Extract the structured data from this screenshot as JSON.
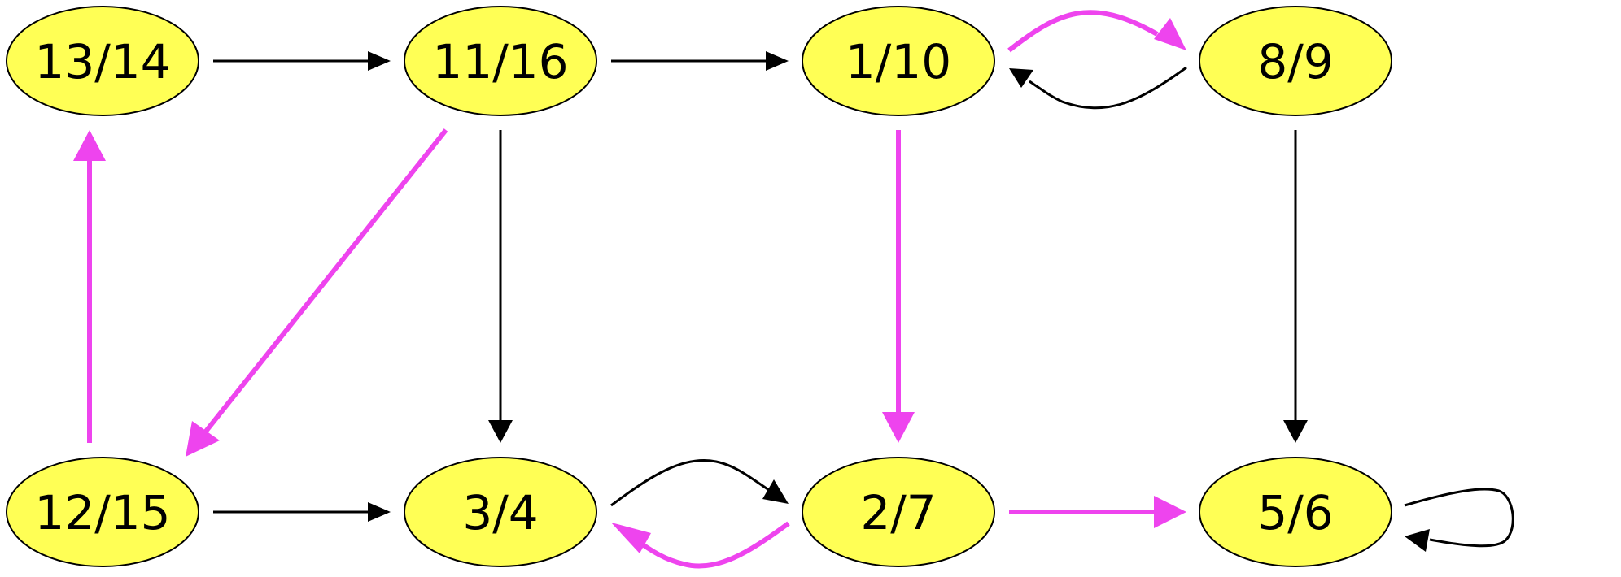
{
  "nodes": [
    {
      "id": "n1314",
      "label": "13/14"
    },
    {
      "id": "n1116",
      "label": "11/16"
    },
    {
      "id": "n110",
      "label": "1/10"
    },
    {
      "id": "n89",
      "label": "8/9"
    },
    {
      "id": "n1215",
      "label": "12/15"
    },
    {
      "id": "n34",
      "label": "3/4"
    },
    {
      "id": "n27",
      "label": "2/7"
    },
    {
      "id": "n56",
      "label": "5/6"
    }
  ],
  "edges": [
    {
      "from": "13/14",
      "to": "11/16",
      "color": "black"
    },
    {
      "from": "11/16",
      "to": "1/10",
      "color": "black"
    },
    {
      "from": "1/10",
      "to": "8/9",
      "color": "magenta"
    },
    {
      "from": "8/9",
      "to": "1/10",
      "color": "black"
    },
    {
      "from": "11/16",
      "to": "12/15",
      "color": "magenta"
    },
    {
      "from": "11/16",
      "to": "3/4",
      "color": "black"
    },
    {
      "from": "1/10",
      "to": "2/7",
      "color": "magenta"
    },
    {
      "from": "8/9",
      "to": "5/6",
      "color": "black"
    },
    {
      "from": "12/15",
      "to": "13/14",
      "color": "magenta"
    },
    {
      "from": "12/15",
      "to": "3/4",
      "color": "black"
    },
    {
      "from": "3/4",
      "to": "2/7",
      "color": "black"
    },
    {
      "from": "2/7",
      "to": "3/4",
      "color": "magenta"
    },
    {
      "from": "2/7",
      "to": "5/6",
      "color": "magenta"
    },
    {
      "from": "5/6",
      "to": "5/6",
      "color": "black"
    }
  ],
  "colors": {
    "node_fill": "#ffff55",
    "node_stroke": "#000000",
    "edge_black": "#000000",
    "edge_magenta": "#ee44ee"
  }
}
